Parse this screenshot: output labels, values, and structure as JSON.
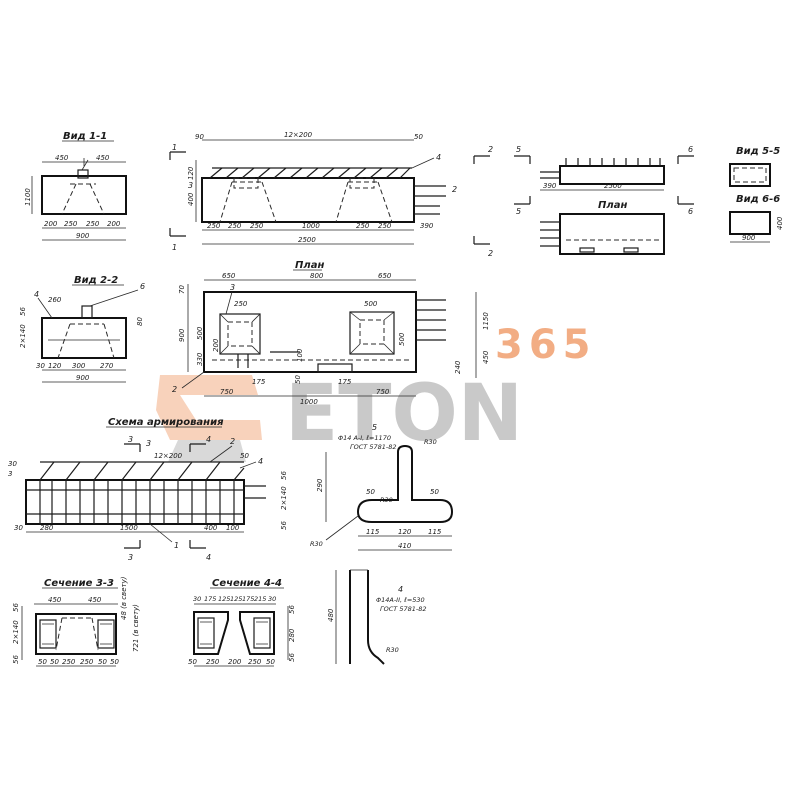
{
  "titles": {
    "view11": "Вид 1-1",
    "view22": "Вид 2-2",
    "plan_top": "План",
    "plan_main": "План",
    "scheme": "Схема армирования",
    "sec33": "Сечение 3-3",
    "sec44": "Сечение 4-4",
    "view55": "Вид 5-5",
    "view66": "Вид 6-6"
  },
  "view11": {
    "d450a": "450",
    "d450b": "450",
    "d1100": "1100",
    "d200a": "200",
    "d250a": "250",
    "d250b": "250",
    "d200b": "200",
    "d900": "900"
  },
  "elev": {
    "d90": "90",
    "d12x200": "12×200",
    "d50": "50",
    "d120": "120",
    "d400": "400",
    "d250a": "250",
    "d250b": "250",
    "d250c": "250",
    "d1000": "1000",
    "d250d": "250",
    "d250e": "250",
    "d390": "390",
    "d2500": "2500",
    "p4": "4",
    "p2": "2",
    "p3": "3"
  },
  "cuts": {
    "c1": "1",
    "c2": "2",
    "c5": "5",
    "c6": "6",
    "c3": "3",
    "c4": "4"
  },
  "view56": {
    "d390": "390",
    "d2500": "2500",
    "d900": "900",
    "d400": "400"
  },
  "view22": {
    "p4": "4",
    "p6": "6",
    "d260": "260",
    "d56": "56",
    "d2x140": "2×140",
    "d80": "80",
    "d30": "30",
    "d120": "120",
    "d300": "300",
    "d900": "900",
    "d270": "270"
  },
  "plan": {
    "d650": "650",
    "d800": "800",
    "d650b": "650",
    "d70": "70",
    "p3": "3",
    "d250": "250",
    "d500": "500",
    "d900": "900",
    "d330": "330",
    "d100": "100",
    "d200": "200",
    "d1150": "1150",
    "d450": "450",
    "d240": "240",
    "d175a": "175",
    "d175b": "175",
    "d50": "50",
    "d750a": "750",
    "d1000": "1000",
    "d750b": "750",
    "p2": "2"
  },
  "scheme": {
    "p3": "3",
    "p2": "2",
    "p4": "4",
    "d12x200": "12×200",
    "d50": "50",
    "d30": "30",
    "d280": "280",
    "d1500": "1500",
    "d400": "400",
    "d100": "100",
    "d56": "56",
    "d2x140": "2×140",
    "p1": "1"
  },
  "bar5": {
    "pos": "5",
    "spec1": "Φ14 А-I, ℓ=1170",
    "spec2": "ГОСТ 5781-82",
    "r30a": "R30",
    "d290": "290",
    "d50a": "50",
    "r30b": "R30",
    "d50b": "50",
    "d115a": "115",
    "d120": "120",
    "d115b": "115",
    "d410": "410",
    "r30c": "R30"
  },
  "bar4": {
    "pos": "4",
    "spec1": "Φ14А-II, ℓ=530",
    "spec2": "ГОСТ 5781-82",
    "d480": "480",
    "r30": "R30"
  },
  "sec33": {
    "d450a": "450",
    "d450b": "450",
    "d56a": "56",
    "d2x140": "2×140",
    "d56b": "56",
    "d50a": "50",
    "d50b": "50",
    "d250a": "250",
    "d250b": "250",
    "d50c": "50",
    "d50d": "50",
    "v1": "48 (в свету)",
    "v2": "721 (в свету)"
  },
  "sec44": {
    "d30": "30",
    "d175a": "175",
    "d125": "125",
    "d125b": "125",
    "d175b": "175",
    "d215": "215",
    "d30b": "30",
    "d50a": "50",
    "d250": "250",
    "d200": "200",
    "d250b": "250",
    "d50b": "50",
    "d56": "56",
    "d280": "280",
    "d56b": "56"
  },
  "watermark": {
    "num": "365",
    "word": "ETON"
  }
}
